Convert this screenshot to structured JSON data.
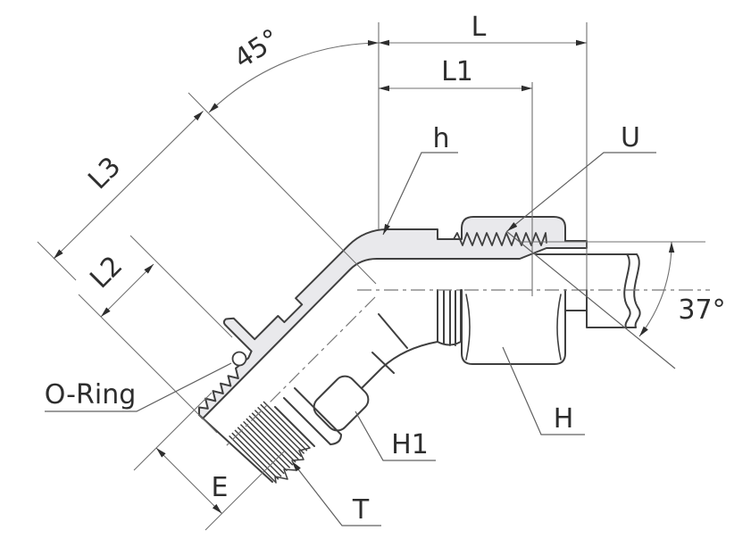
{
  "diagram": {
    "kind": "technical-dimension-drawing",
    "labels": {
      "L": "L",
      "L1": "L1",
      "L2": "L2",
      "L3": "L3",
      "E": "E",
      "T": "T",
      "H": "H",
      "H1": "H1",
      "h": "h",
      "U": "U",
      "o_ring": "O-Ring",
      "bend_angle": "45°",
      "flare_angle": "37°"
    },
    "colors": {
      "background": "#ffffff",
      "outline": "#3f3f3f",
      "body_fill": "#e9e9ec",
      "dimension_line": "#707070",
      "arrow": "#2e2e2e"
    }
  }
}
